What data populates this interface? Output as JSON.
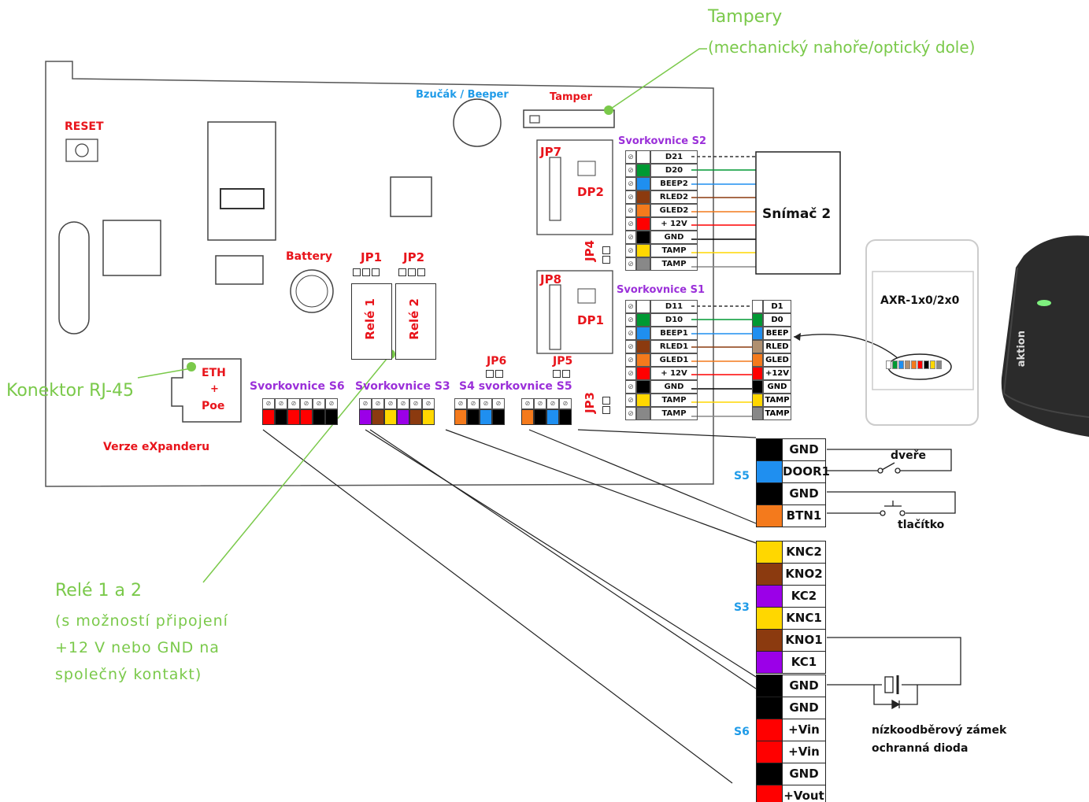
{
  "colors": {
    "green": "#009933",
    "blue": "#1f8ff0",
    "brown": "#8b3a0f",
    "orange": "#f47a1c",
    "red": "#ff0000",
    "black": "#000000",
    "yellow": "#ffd700",
    "gray": "#888888",
    "purple": "#9b00e8",
    "beige": "#c8a46a"
  },
  "annotations": {
    "tampery_title": "Tampery",
    "tampery_sub": "(mechanický nahoře/optický dole)",
    "rj45": "Konektor RJ-45",
    "rele_title": "Relé 1 a 2",
    "rele_sub1": "(s možností připojení",
    "rele_sub2": "+12 V nebo GND na",
    "rele_sub3": "společný kontakt)"
  },
  "board": {
    "reset": "RESET",
    "beeper": "Bzučák / Beeper",
    "tamper": "Tamper",
    "battery": "Battery",
    "jp1": "JP1",
    "jp2": "JP2",
    "jp3": "JP3",
    "jp4": "JP4",
    "jp5": "JP5",
    "jp6": "JP6",
    "jp7": "JP7",
    "jp8": "JP8",
    "dp1": "DP1",
    "dp2": "DP2",
    "rele1": "Relé 1",
    "rele2": "Relé 2",
    "eth": "ETH",
    "plus": "+",
    "poe": "Poe",
    "version": "Verze eXpanderu",
    "s6": "Svorkovnice S6",
    "s3": "Svorkovnice S3",
    "s4s5": "S4 svorkovnice S5",
    "s2": "Svorkovnice S2",
    "s1": "Svorkovnice S1"
  },
  "s2_rows": [
    {
      "label": "D21",
      "color": "#ffffff"
    },
    {
      "label": "D20",
      "color": "#009933"
    },
    {
      "label": "BEEP2",
      "color": "#1f8ff0"
    },
    {
      "label": "RLED2",
      "color": "#8b3a0f"
    },
    {
      "label": "GLED2",
      "color": "#f47a1c"
    },
    {
      "label": "+ 12V",
      "color": "#ff0000"
    },
    {
      "label": "GND",
      "color": "#000000"
    },
    {
      "label": "TAMP",
      "color": "#ffd700"
    },
    {
      "label": "TAMP",
      "color": "#888888"
    }
  ],
  "s1_rows": [
    {
      "label": "D11",
      "color": "#ffffff"
    },
    {
      "label": "D10",
      "color": "#009933"
    },
    {
      "label": "BEEP1",
      "color": "#1f8ff0"
    },
    {
      "label": "RLED1",
      "color": "#8b3a0f"
    },
    {
      "label": "GLED1",
      "color": "#f47a1c"
    },
    {
      "label": "+ 12V",
      "color": "#ff0000"
    },
    {
      "label": "GND",
      "color": "#000000"
    },
    {
      "label": "TAMP",
      "color": "#ffd700"
    },
    {
      "label": "TAMP",
      "color": "#888888"
    }
  ],
  "reader_rows": [
    {
      "label": "D1",
      "color": "#ffffff"
    },
    {
      "label": "D0",
      "color": "#009933"
    },
    {
      "label": "BEEP",
      "color": "#1f8ff0"
    },
    {
      "label": "RLED",
      "color": "#b09070"
    },
    {
      "label": "GLED",
      "color": "#f47a1c"
    },
    {
      "label": "+12V",
      "color": "#ff0000"
    },
    {
      "label": "GND",
      "color": "#000000"
    },
    {
      "label": "TAMP",
      "color": "#ffd700"
    },
    {
      "label": "TAMP",
      "color": "#888888"
    }
  ],
  "snimac2": "Snímač 2",
  "axr": "AXR-1x0/2x0",
  "aktion": "aktion",
  "s5_label": "S5",
  "s5_rows": [
    {
      "label": "GND",
      "color": "#000000"
    },
    {
      "label": "DOOR1",
      "color": "#1f8ff0"
    },
    {
      "label": "GND",
      "color": "#000000"
    },
    {
      "label": "BTN1",
      "color": "#f47a1c"
    }
  ],
  "dvere": "dveře",
  "tlacitko": "tlačítko",
  "s3_label": "S3",
  "s3_rows": [
    {
      "label": "KNC2",
      "color": "#ffd700"
    },
    {
      "label": "KNO2",
      "color": "#8b3a0f"
    },
    {
      "label": "KC2",
      "color": "#9b00e8"
    },
    {
      "label": "KNC1",
      "color": "#ffd700"
    },
    {
      "label": "KNO1",
      "color": "#8b3a0f"
    },
    {
      "label": "KC1",
      "color": "#9b00e8"
    }
  ],
  "s6_label": "S6",
  "s6_rows": [
    {
      "label": "GND",
      "color": "#000000"
    },
    {
      "label": "GND",
      "color": "#000000"
    },
    {
      "label": "+Vin",
      "color": "#ff0000"
    },
    {
      "label": "+Vin",
      "color": "#ff0000"
    },
    {
      "label": "GND",
      "color": "#000000"
    },
    {
      "label": "+Vout",
      "color": "#ff0000"
    }
  ],
  "zamek": "nízkoodběrový zámek",
  "dioda": "ochranná dioda",
  "s6_board_colors": [
    "#ff0000",
    "#000000",
    "#ff0000",
    "#ff0000",
    "#000000",
    "#000000"
  ],
  "s3_board_colors": [
    "#9b00e8",
    "#8b3a0f",
    "#ffd700",
    "#9b00e8",
    "#8b3a0f",
    "#ffd700"
  ],
  "s4_board_colors": [
    "#f47a1c",
    "#000000",
    "#1f8ff0",
    "#000000"
  ],
  "s5_board_colors": [
    "#f47a1c",
    "#000000",
    "#1f8ff0",
    "#000000"
  ]
}
